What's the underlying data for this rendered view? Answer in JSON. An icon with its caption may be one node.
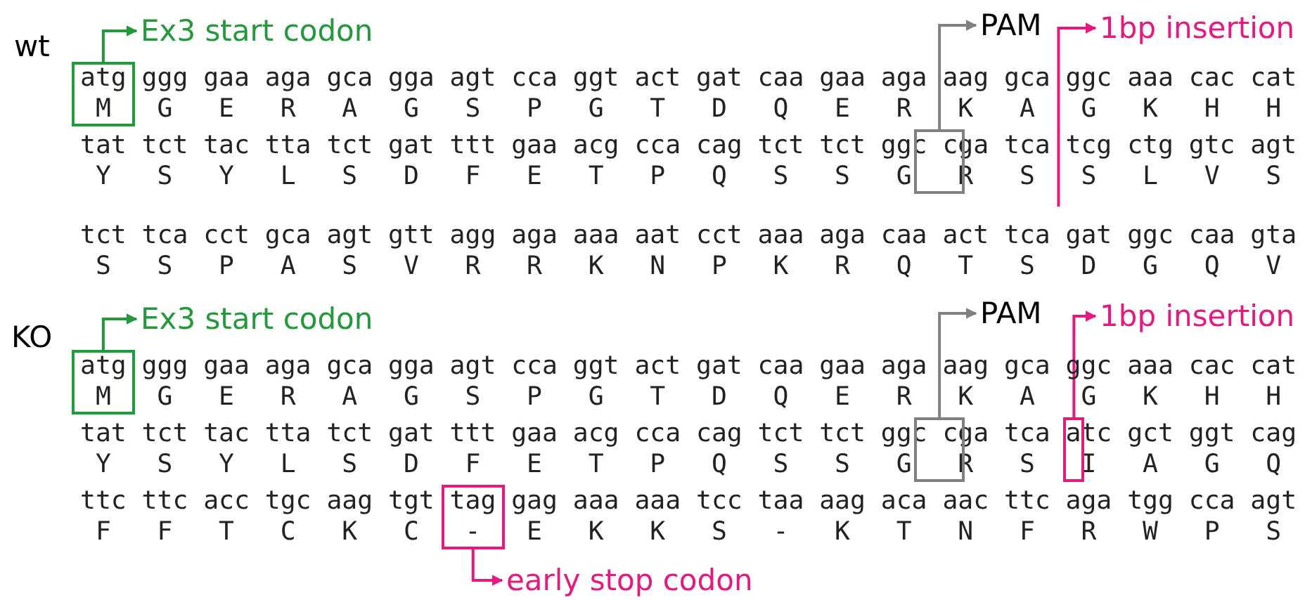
{
  "diagram": {
    "nodes": [
      {
        "text": [
          "Ex3 start codon"
        ]
      },
      {
        "text": [],
        "shape": "box"
      },
      {
        "text": [
          "PAM"
        ]
      },
      {
        "text": [],
        "shape": "box"
      },
      {
        "text": [
          "1bp insertion"
        ]
      },
      {
        "text": [
          "Ex3 start codon"
        ]
      },
      {
        "text": [],
        "shape": "box"
      },
      {
        "text": [
          "PAM"
        ]
      },
      {
        "text": [],
        "shape": "box"
      },
      {
        "text": [
          "1bp insertion"
        ]
      },
      {
        "text": [],
        "shape": "box"
      },
      {
        "text": [],
        "shape": "box"
      },
      {
        "text": [
          "early stop codon"
        ]
      }
    ],
    "edges": [
      {
        "from": 1,
        "to": 0,
        "arrow": "to",
        "color": "#22993a"
      },
      {
        "from": 3,
        "to": 2,
        "arrow": "to",
        "color": "#808080"
      },
      {
        "from": null,
        "to": 4,
        "arrow": "to",
        "color": "#e5197e"
      },
      {
        "from": 6,
        "to": 5,
        "arrow": "to",
        "color": "#22993a"
      },
      {
        "from": 8,
        "to": 7,
        "arrow": "to",
        "color": "#808080"
      },
      {
        "from": 10,
        "to": 9,
        "arrow": "to",
        "color": "#e5197e"
      },
      {
        "from": 11,
        "to": 12,
        "arrow": "to",
        "color": "#e5197e"
      }
    ],
    "labels": [
      "wt",
      "atg ggg gaa aga gca gga agt cca ggt act gat caa gaa aga aag gca ggc aaa cac cat",
      "M G E R A G S P G T D Q E R K A G K H H",
      "tat tct tac tta tct gat ttt gaa acg cca cag tct tct ggc cga tca tcg ctg gtc agt",
      "Y S Y L S D F E T P Q S S G R S S L V S",
      "tct tca cct gca agt gtt agg aga aaa aat cct aaa aga caa act tca gat ggc caa gta",
      "S S P A S V R R K N P K R Q T S D G Q V",
      "KO",
      "atg ggg gaa aga gca gga agt cca ggt act gat caa gaa aga aag gca ggc aaa cac cat",
      "M G E R A G S P G T D Q E R K A G K H H",
      "tat tct tac tta tct gat ttt gaa acg cca cag tct tct ggc cga tca atc gct ggt cag",
      "Y S Y L S D F E T P Q S S G R S I A G Q",
      "ttc ttc acc tgc aag tgt tag gag aaa aaa tcc taa aag aca aac ttc aga tgg cca agt",
      "F F T C K C - E K K S - K T N F R W P S"
    ]
  }
}
